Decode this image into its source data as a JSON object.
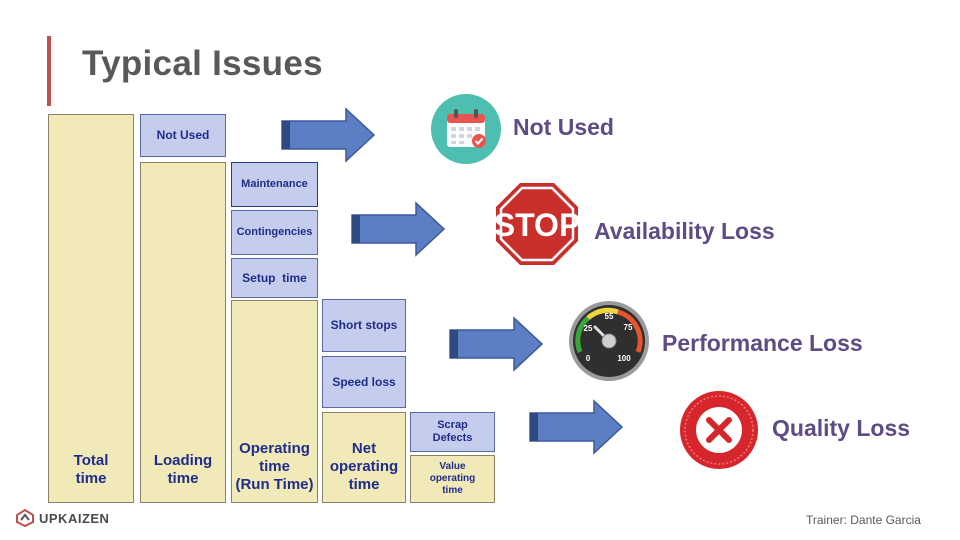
{
  "title": "Typical Issues",
  "boxes": {
    "total_time": "Total\ntime",
    "not_used": "Not Used",
    "loading_time": "Loading\ntime",
    "maintenance": "Maintenance",
    "contingencies": "Contingencies",
    "setup_time": "Setup  time",
    "operating_time": "Operating\ntime\n(Run Time)",
    "short_stops": "Short stops",
    "speed_loss": "Speed loss",
    "net_operating_time": "Net\noperating\ntime",
    "scrap_defects": "Scrap\nDefects",
    "value_operating_time": "Value\noperating\ntime"
  },
  "categories": {
    "not_used": "Not Used",
    "availability": "Availability Loss",
    "performance": "Performance Loss",
    "quality": "Quality Loss"
  },
  "stop_sign_text": "STOP",
  "gauge_ticks": [
    "25",
    "55",
    "75",
    "0",
    "100"
  ],
  "footer": {
    "logo": "UPKAIZEN",
    "trainer": "Trainer: Dante Garcia"
  },
  "colors": {
    "accent": "#c0504d",
    "box_yellow": "#f1e9b8",
    "box_blue": "#c5cdee",
    "box_text": "#1f2d8a",
    "arrow": "#5b7ec4",
    "category_text": "#5f4b86"
  }
}
